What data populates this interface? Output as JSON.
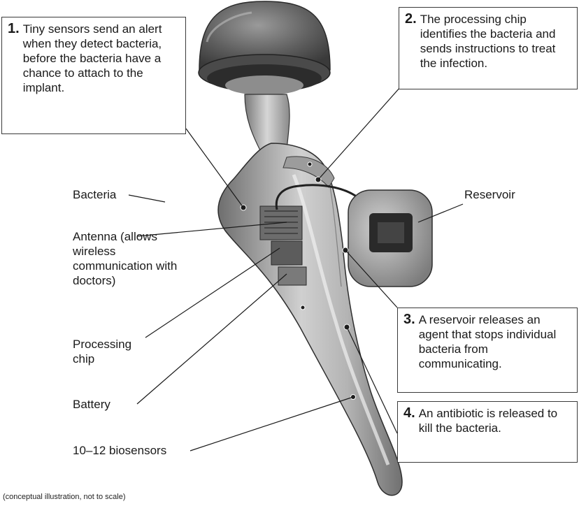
{
  "callouts": [
    {
      "num": "1.",
      "text": "Tiny sensors send an alert when they detect bacteria, before the bacteria have a chance to attach to the implant."
    },
    {
      "num": "2.",
      "text": "The processing chip identifies the bacteria and sends instructions to treat the infection."
    },
    {
      "num": "3.",
      "text": "A reservoir releases an agent that stops individual bacteria from communicating."
    },
    {
      "num": "4.",
      "text": "An antibiotic is released to kill the bacteria."
    }
  ],
  "labels": {
    "bacteria": "Bacteria",
    "antenna": "Antenna (allows wireless communication with doctors)",
    "processing_chip": "Processing chip",
    "battery": "Battery",
    "biosensors": "10–12 biosensors",
    "reservoir": "Reservoir"
  },
  "footnote": "(conceptual illustration, not to scale)"
}
